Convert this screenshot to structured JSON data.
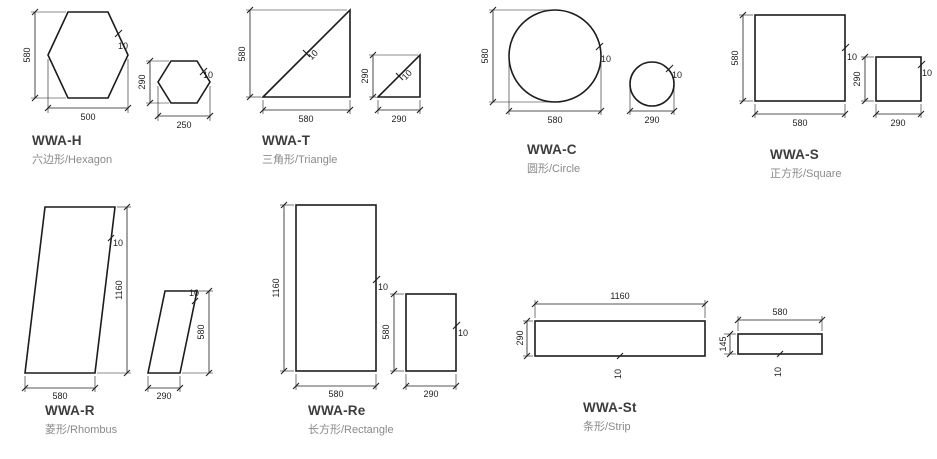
{
  "ink_color": "#1c1c1c",
  "groups": {
    "hexagon": {
      "code": "WWA-H",
      "name": "六边形/Hexagon",
      "large": {
        "height": "580",
        "width": "500",
        "thickness": "10"
      },
      "small": {
        "height": "290",
        "width": "250",
        "thickness": "10"
      }
    },
    "triangle": {
      "code": "WWA-T",
      "name": "三角形/Triangle",
      "large": {
        "height": "580",
        "width": "580",
        "thickness": "10"
      },
      "small": {
        "height": "290",
        "width": "290",
        "thickness": "10"
      }
    },
    "circle": {
      "code": "WWA-C",
      "name": "圆形/Circle",
      "large": {
        "height": "580",
        "width": "580",
        "thickness": "10"
      },
      "small": {
        "width": "290",
        "thickness": "10"
      }
    },
    "square": {
      "code": "WWA-S",
      "name": "正方形/Square",
      "large": {
        "height": "580",
        "width": "580",
        "thickness": "10"
      },
      "small": {
        "height": "290",
        "width": "290",
        "thickness": "10"
      }
    },
    "rhombus": {
      "code": "WWA-R",
      "name": "菱形/Rhombus",
      "large": {
        "height": "1160",
        "width": "580",
        "thickness": "10"
      },
      "small": {
        "height": "580",
        "width": "290",
        "thickness": "10"
      }
    },
    "rectangle": {
      "code": "WWA-Re",
      "name": "长方形/Rectangle",
      "large": {
        "height": "1160",
        "width": "580",
        "thickness": "10"
      },
      "small": {
        "height": "580",
        "width": "290",
        "thickness": "10"
      }
    },
    "strip": {
      "code": "WWA-St",
      "name": "条形/Strip",
      "large": {
        "width": "1160",
        "height": "290",
        "thickness": "10"
      },
      "small": {
        "width": "580",
        "height": "145",
        "thickness": "10"
      }
    }
  }
}
